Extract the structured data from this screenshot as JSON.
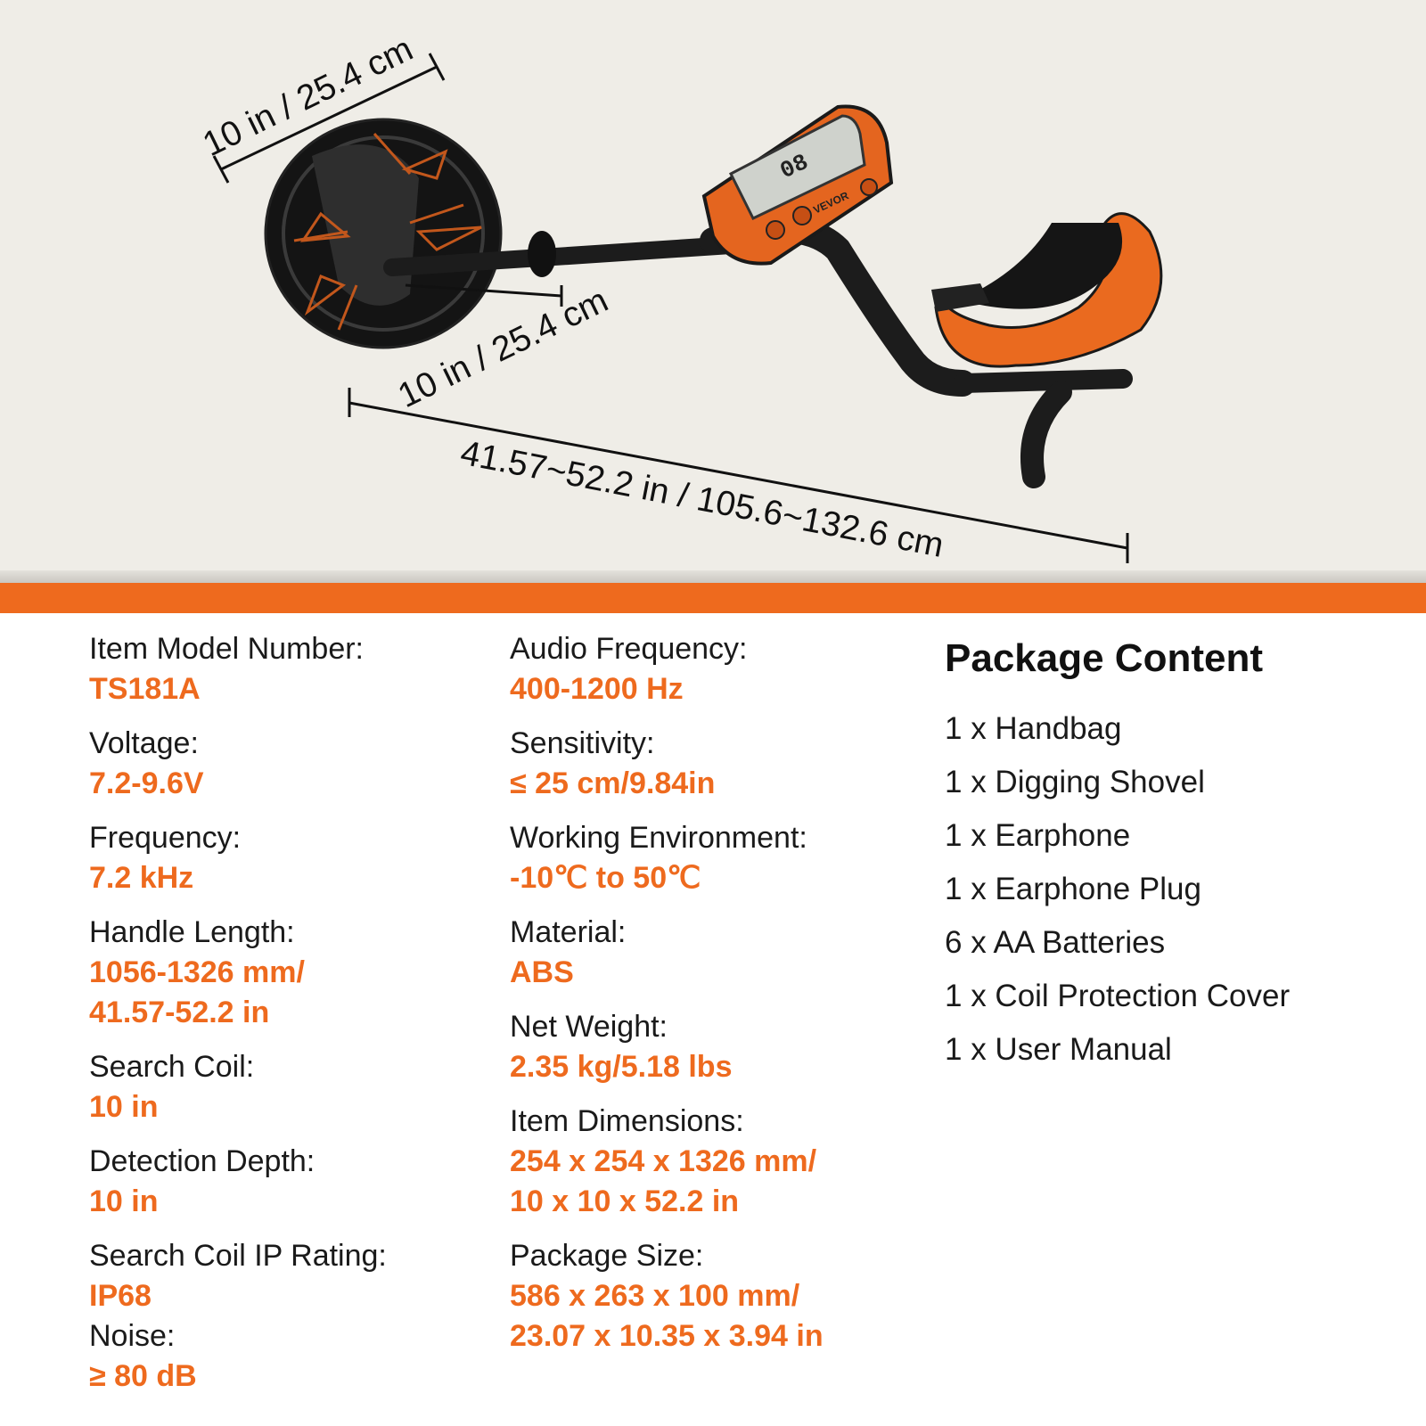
{
  "hero": {
    "dim_coil_width": "10 in / 25.4 cm",
    "dim_coil_depth": "10 in / 25.4 cm",
    "dim_length": "41.57~52.2 in / 105.6~132.6 cm",
    "brand_on_device": "VEVOR",
    "display_reading": "08"
  },
  "specs_left": [
    {
      "label": "Item Model Number:",
      "value": "TS181A"
    },
    {
      "label": "Voltage:",
      "value": "7.2-9.6V"
    },
    {
      "label": "Frequency:",
      "value": "7.2 kHz"
    },
    {
      "label": "Handle Length:",
      "value": "1056-1326 mm/",
      "value2": "41.57-52.2 in"
    },
    {
      "label": "Search Coil:",
      "value": "10 in"
    },
    {
      "label": "Detection Depth:",
      "value": "10 in"
    },
    {
      "label": "Search Coil IP Rating:",
      "value": "IP68"
    },
    {
      "label": "Noise:",
      "value": "≥ 80 dB"
    }
  ],
  "specs_middle": [
    {
      "label": "Audio Frequency:",
      "value": "400-1200 Hz"
    },
    {
      "label": "Sensitivity:",
      "value": "≤ 25 cm/9.84in"
    },
    {
      "label": "Working Environment:",
      "value": "-10℃ to 50℃"
    },
    {
      "label": "Material:",
      "value": "ABS"
    },
    {
      "label": "Net Weight:",
      "value": "2.35 kg/5.18 lbs"
    },
    {
      "label": "Item Dimensions:",
      "value": "254 x 254 x 1326 mm/",
      "value2": "10 x 10 x 52.2 in"
    },
    {
      "label": "Package Size:",
      "value": "586 x 263 x 100 mm/",
      "value2": "23.07 x 10.35 x 3.94 in"
    }
  ],
  "package": {
    "title": "Package Content",
    "items": [
      "1 x Handbag",
      "1 x Digging Shovel",
      "1 x Earphone",
      "1 x Earphone Plug",
      "6 x AA Batteries",
      "1 x Coil Protection Cover",
      "1 x User Manual"
    ]
  },
  "colors": {
    "accent": "#ee6a1e",
    "hero_bg": "#efede7",
    "text": "#1a1a1a"
  }
}
